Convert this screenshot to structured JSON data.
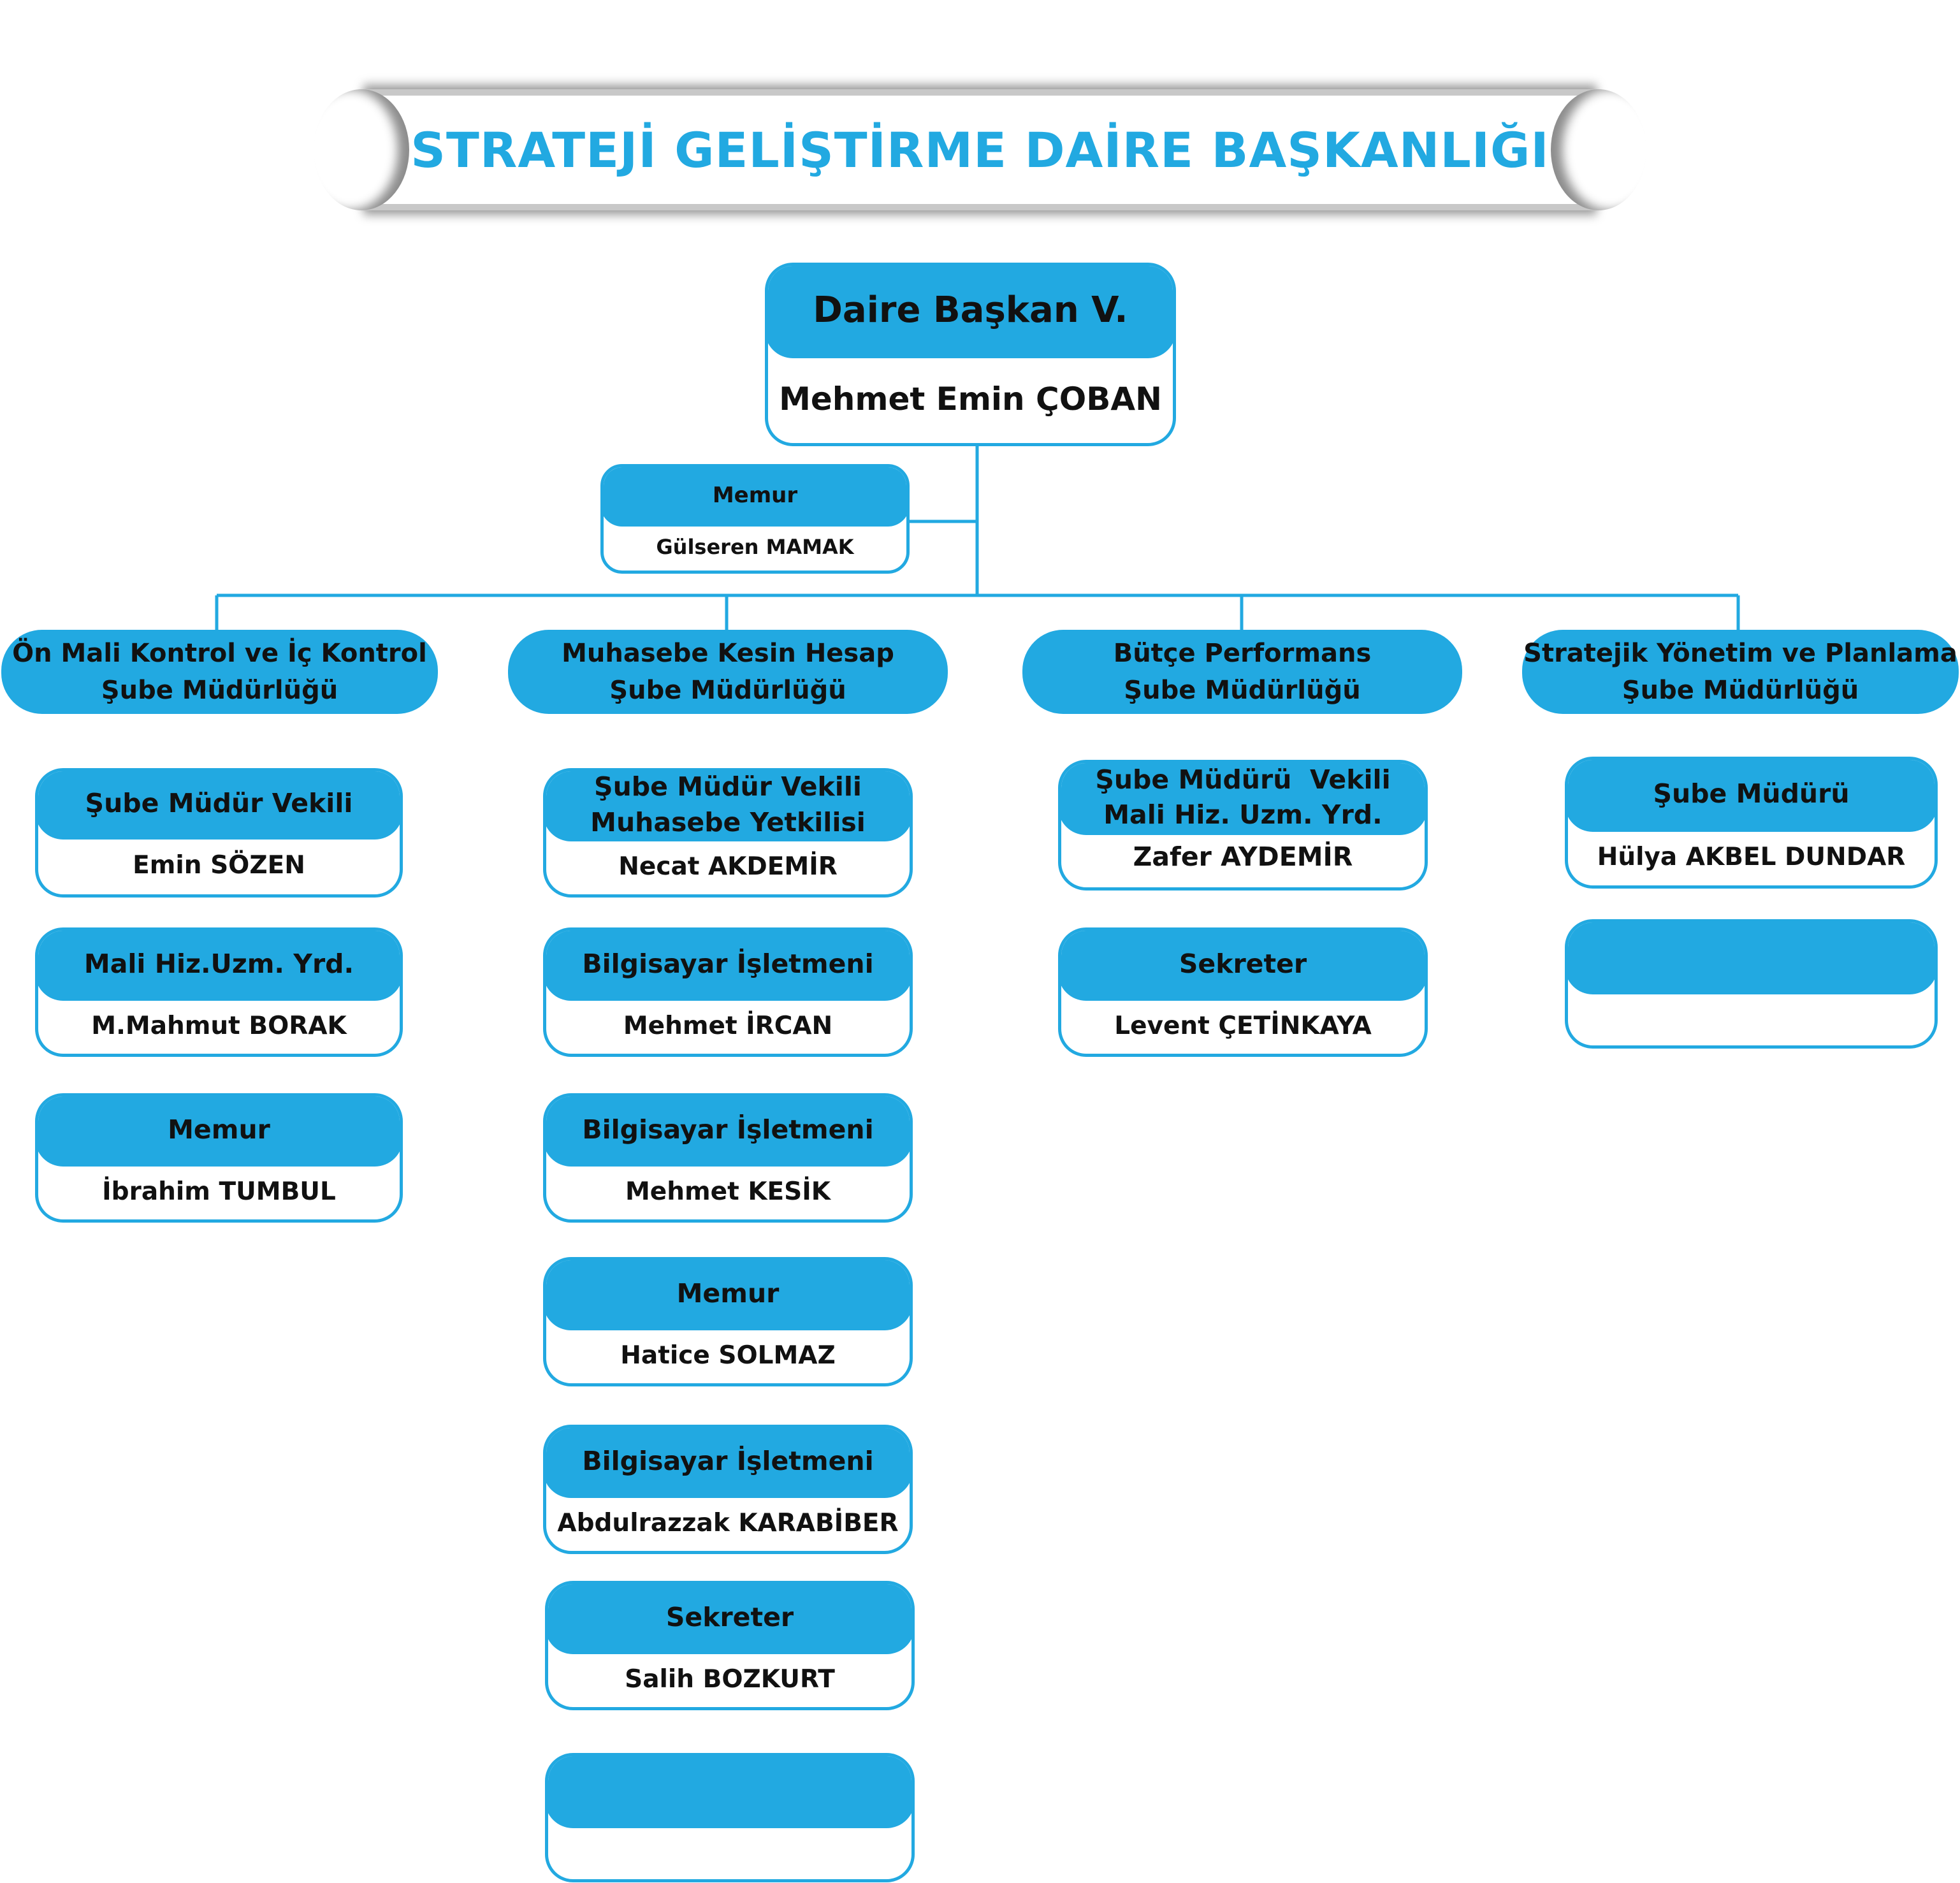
{
  "title": "STRATEJİ GELİŞTİRME DAİRE BAŞKANLIĞI",
  "colors": {
    "accent": "#22a9e1",
    "text": "#111111",
    "background": "#ffffff"
  },
  "head": {
    "role": "Daire Başkan V.",
    "name": "Mehmet Emin ÇOBAN"
  },
  "assistant": {
    "role": "Memur",
    "name": "Gülseren MAMAK"
  },
  "units": [
    {
      "name_line1": "Ön Mali Kontrol ve İç Kontrol",
      "name_line2": "Şube Müdürlüğü",
      "staff": [
        {
          "role": "Şube Müdür Vekili",
          "name": "Emin SÖZEN"
        },
        {
          "role": "Mali Hiz.Uzm. Yrd.",
          "name": "M.Mahmut BORAK"
        },
        {
          "role": "Memur",
          "name": "İbrahim TUMBUL"
        }
      ]
    },
    {
      "name_line1": "Muhasebe Kesin Hesap",
      "name_line2": "Şube Müdürlüğü",
      "staff": [
        {
          "role": "Şube Müdür Vekili",
          "role2": "Muhasebe Yetkilisi",
          "name": "Necat AKDEMİR"
        },
        {
          "role": "Bilgisayar İşletmeni",
          "name": "Mehmet İRCAN"
        },
        {
          "role": "Bilgisayar İşletmeni",
          "name": "Mehmet KESİK"
        },
        {
          "role": "Memur",
          "name": "Hatice SOLMAZ"
        },
        {
          "role": "Bilgisayar İşletmeni",
          "name": "Abdulrazzak KARABİBER"
        },
        {
          "role": "Sekreter",
          "name": "Salih BOZKURT"
        },
        {
          "role": "",
          "name": ""
        }
      ]
    },
    {
      "name_line1": "Bütçe Performans",
      "name_line2": "Şube Müdürlüğü",
      "staff": [
        {
          "role": "Şube Müdürü  Vekili",
          "role2": "Mali Hiz. Uzm. Yrd.",
          "name": "Zafer AYDEMİR"
        },
        {
          "role": "Sekreter",
          "name": "Levent ÇETİNKAYA"
        }
      ]
    },
    {
      "name_line1": "Stratejik Yönetim ve Planlama",
      "name_line2": "Şube Müdürlüğü",
      "staff": [
        {
          "role": "Şube Müdürü",
          "name": "Hülya AKBEL DUNDAR"
        },
        {
          "role": "",
          "name": ""
        }
      ]
    }
  ]
}
